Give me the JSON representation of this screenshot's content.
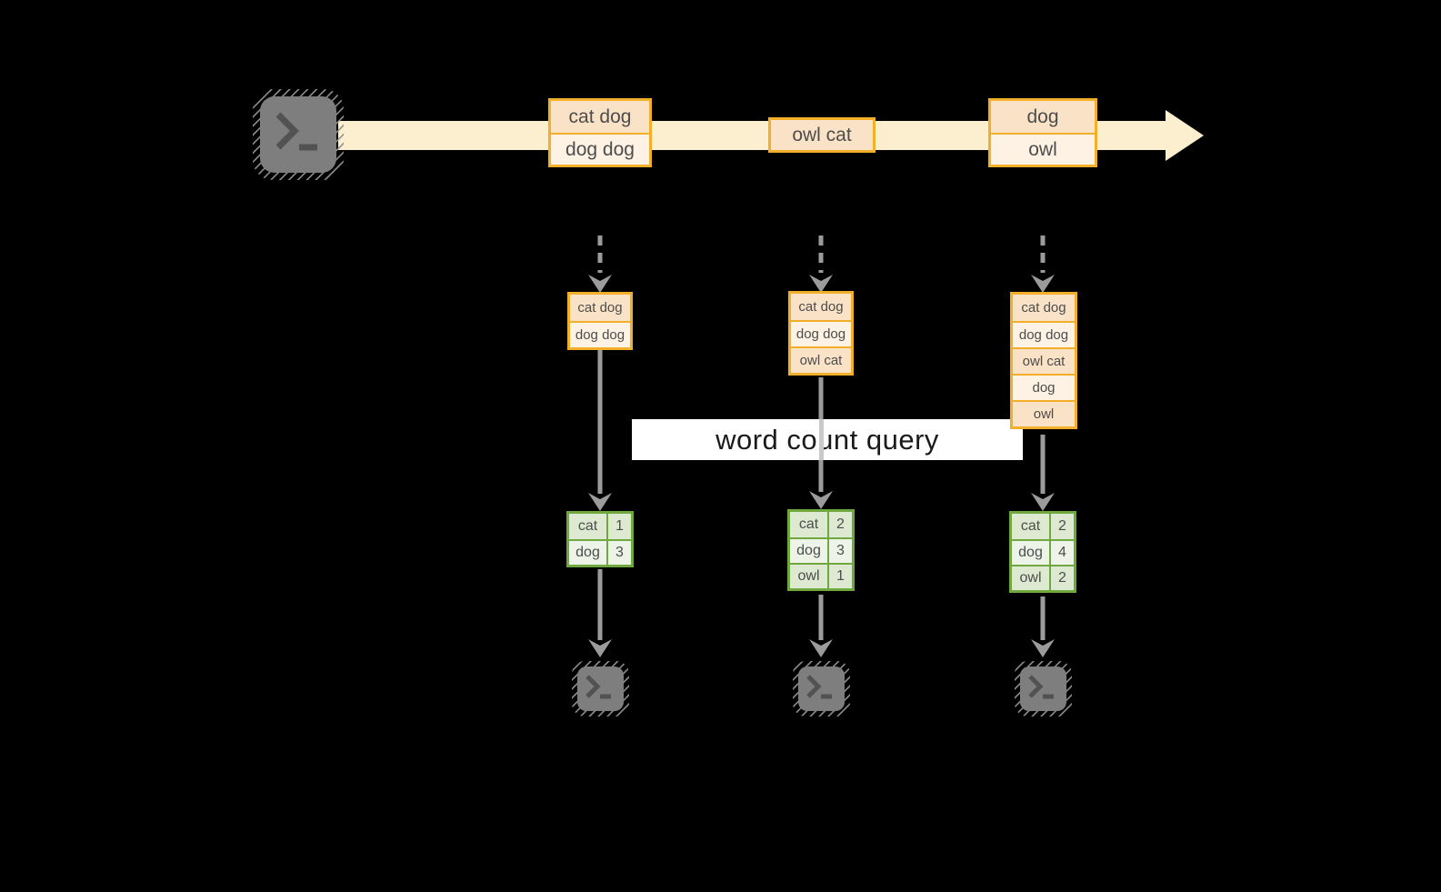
{
  "colors": {
    "background": "#000000",
    "accent_orange": "#F2AF29",
    "peach_dark": "#FAE2C6",
    "peach_light": "#FDF2E3",
    "stream_band": "#FBEFCF",
    "green_border": "#6FA83E",
    "green_row_dark": "#DDE9D0",
    "green_row_light": "#EDF3E7",
    "arrow_gray": "#9B9B9B",
    "terminal_gray": "#7E7E7E",
    "query_label_bg": "#FFFFFF",
    "query_label_text": "#1A1A1A",
    "cell_text": "#4D4D4D"
  },
  "source": {
    "icon": "terminal-icon"
  },
  "stream": {
    "batches": [
      {
        "items": [
          "cat dog",
          "dog dog"
        ]
      },
      {
        "items": [
          "owl cat"
        ]
      },
      {
        "items": [
          "dog",
          "owl"
        ]
      }
    ]
  },
  "state_stacks": [
    {
      "items": [
        "cat dog",
        "dog dog"
      ]
    },
    {
      "items": [
        "cat dog",
        "dog dog",
        "owl cat"
      ]
    },
    {
      "items": [
        "cat dog",
        "dog dog",
        "owl cat",
        "dog",
        "owl"
      ]
    }
  ],
  "query": {
    "label": "word count query"
  },
  "results": [
    {
      "rows": [
        {
          "word": "cat",
          "count": "1"
        },
        {
          "word": "dog",
          "count": "3"
        }
      ]
    },
    {
      "rows": [
        {
          "word": "cat",
          "count": "2"
        },
        {
          "word": "dog",
          "count": "3"
        },
        {
          "word": "owl",
          "count": "1"
        }
      ]
    },
    {
      "rows": [
        {
          "word": "cat",
          "count": "2"
        },
        {
          "word": "dog",
          "count": "4"
        },
        {
          "word": "owl",
          "count": "2"
        }
      ]
    }
  ],
  "sinks": [
    {
      "icon": "terminal-icon"
    },
    {
      "icon": "terminal-icon"
    },
    {
      "icon": "terminal-icon"
    }
  ]
}
